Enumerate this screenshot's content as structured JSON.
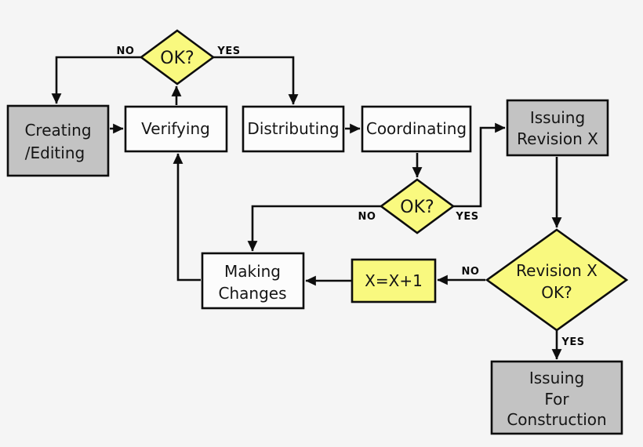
{
  "diagram": {
    "type": "flowchart",
    "colors": {
      "background": "#f5f5f5",
      "process_gray": "#c3c3c3",
      "process_white": "#fcfcfc",
      "decision_yellow": "#f9f97f",
      "line": "#0d0d0d",
      "text": "#151515"
    },
    "nodes": {
      "creating_editing": {
        "type": "process",
        "fill": "gray",
        "lines": [
          "Creating",
          "/Editing"
        ]
      },
      "verifying": {
        "type": "process",
        "fill": "white",
        "lines": [
          "Verifying"
        ]
      },
      "ok1": {
        "type": "decision",
        "fill": "yellow",
        "lines": [
          "OK?"
        ]
      },
      "distributing": {
        "type": "process",
        "fill": "white",
        "lines": [
          "Distributing"
        ]
      },
      "coordinating": {
        "type": "process",
        "fill": "white",
        "lines": [
          "Coordinating"
        ]
      },
      "ok2": {
        "type": "decision",
        "fill": "yellow",
        "lines": [
          "OK?"
        ]
      },
      "issuing_revision_x": {
        "type": "process",
        "fill": "gray",
        "lines": [
          "Issuing",
          "Revision X"
        ]
      },
      "revision_x_ok": {
        "type": "decision",
        "fill": "yellow",
        "lines": [
          "Revision X",
          "OK?"
        ]
      },
      "x_increment": {
        "type": "process",
        "fill": "yellow",
        "lines": [
          "X=X+1"
        ]
      },
      "making_changes": {
        "type": "process",
        "fill": "white",
        "lines": [
          "Making",
          "Changes"
        ]
      },
      "issuing_for_construction": {
        "type": "process",
        "fill": "gray",
        "lines": [
          "Issuing",
          "For",
          "Construction"
        ]
      }
    },
    "edges": [
      {
        "from": "ok1",
        "to": "creating_editing",
        "label": "NO"
      },
      {
        "from": "ok1",
        "to": "distributing",
        "label": "YES"
      },
      {
        "from": "creating_editing",
        "to": "verifying",
        "label": ""
      },
      {
        "from": "verifying",
        "to": "ok1",
        "label": ""
      },
      {
        "from": "distributing",
        "to": "coordinating",
        "label": ""
      },
      {
        "from": "coordinating",
        "to": "ok2",
        "label": ""
      },
      {
        "from": "ok2",
        "to": "making_changes",
        "label": "NO"
      },
      {
        "from": "ok2",
        "to": "issuing_revision_x",
        "label": "YES"
      },
      {
        "from": "issuing_revision_x",
        "to": "revision_x_ok",
        "label": ""
      },
      {
        "from": "revision_x_ok",
        "to": "x_increment",
        "label": "NO"
      },
      {
        "from": "x_increment",
        "to": "making_changes",
        "label": ""
      },
      {
        "from": "making_changes",
        "to": "verifying",
        "label": ""
      },
      {
        "from": "revision_x_ok",
        "to": "issuing_for_construction",
        "label": "YES"
      }
    ]
  }
}
